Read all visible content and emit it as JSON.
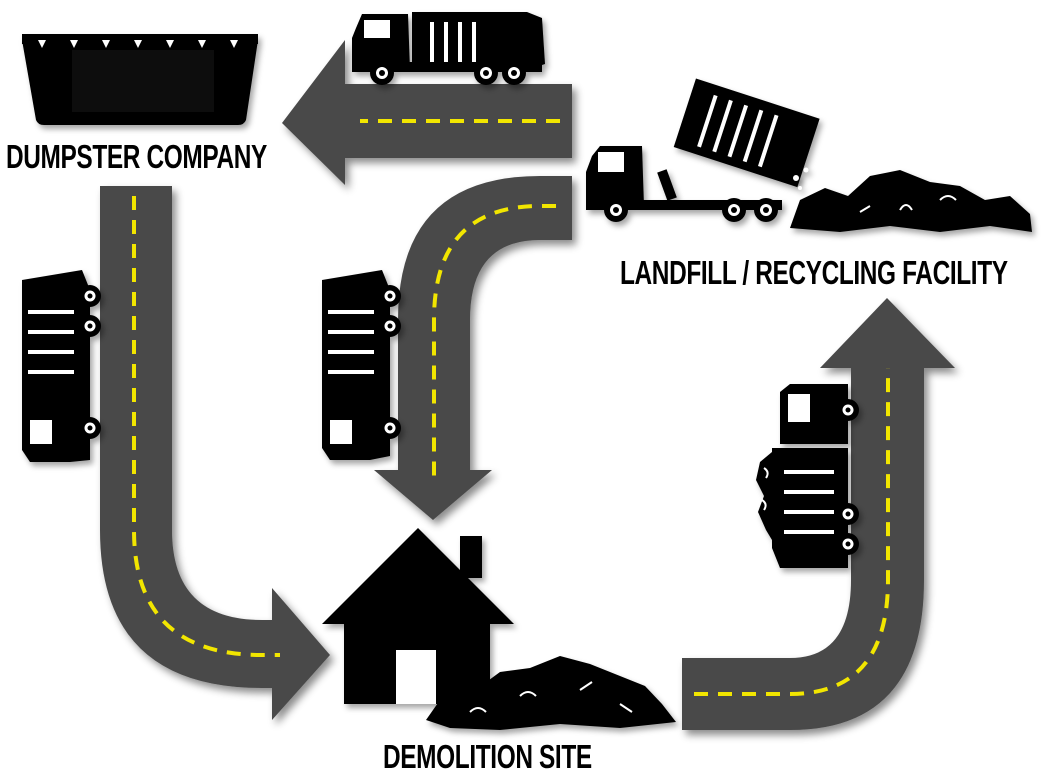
{
  "locations": {
    "dumpster_company": "DUMPSTER COMPANY",
    "landfill": "LANDFILL / RECYCLING FACILITY",
    "demolition_site": "DEMOLITION SITE"
  },
  "colors": {
    "road": "#4a4a4a",
    "road_dash": "#f2e600",
    "silhouette": "#000000",
    "background": "#ffffff"
  },
  "icons": [
    "dumpster-icon",
    "garbage-truck-icon",
    "dump-truck-icon",
    "house-icon",
    "debris-pile-icon"
  ]
}
